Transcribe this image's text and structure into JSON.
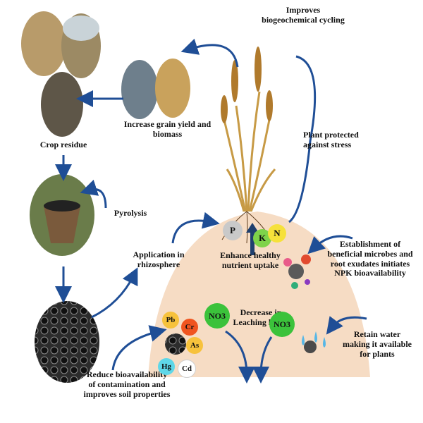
{
  "labels": {
    "improves": "Improves\nbiogeochemical cycling",
    "plant_protected": "Plant protected\nagainst stress",
    "increase_yield": "Increase grain yield and\nbiomass",
    "crop_residue": "Crop residue",
    "pyrolysis": "Pyrolysis",
    "application": "Application in\nrhizosphere",
    "enhance": "Enhance healthy\nnutrient uptake",
    "establishment": "Establishment of\nbeneficial microbes and\nroot exudates initiates\nNPK bioavailability",
    "decrease": "Decrease in\nLeaching losses",
    "retain": "Retain water\nmaking it available\nfor plants",
    "reduce": "Reduce bioavailability\nof contamination and\nimproves soil properties"
  },
  "nutrients": {
    "p": "P",
    "k": "K",
    "n": "N"
  },
  "metals": {
    "pb": "Pb",
    "cr": "Cr",
    "as": "As",
    "hg": "Hg",
    "cd": "Cd"
  },
  "nitrate": {
    "left": "NO3",
    "right": "NO3"
  },
  "colors": {
    "arrow": "#1f4e96",
    "soil": "#f6dcc4",
    "p_circle": "#c9c9c9",
    "k_circle": "#7ed34a",
    "n_circle": "#f6e13a",
    "no3": "#3bc23b",
    "pb": "#f7c23c",
    "cr": "#f0541f",
    "as": "#f7c23c",
    "hg": "#5fd7e8",
    "cd": "#ffffff"
  }
}
